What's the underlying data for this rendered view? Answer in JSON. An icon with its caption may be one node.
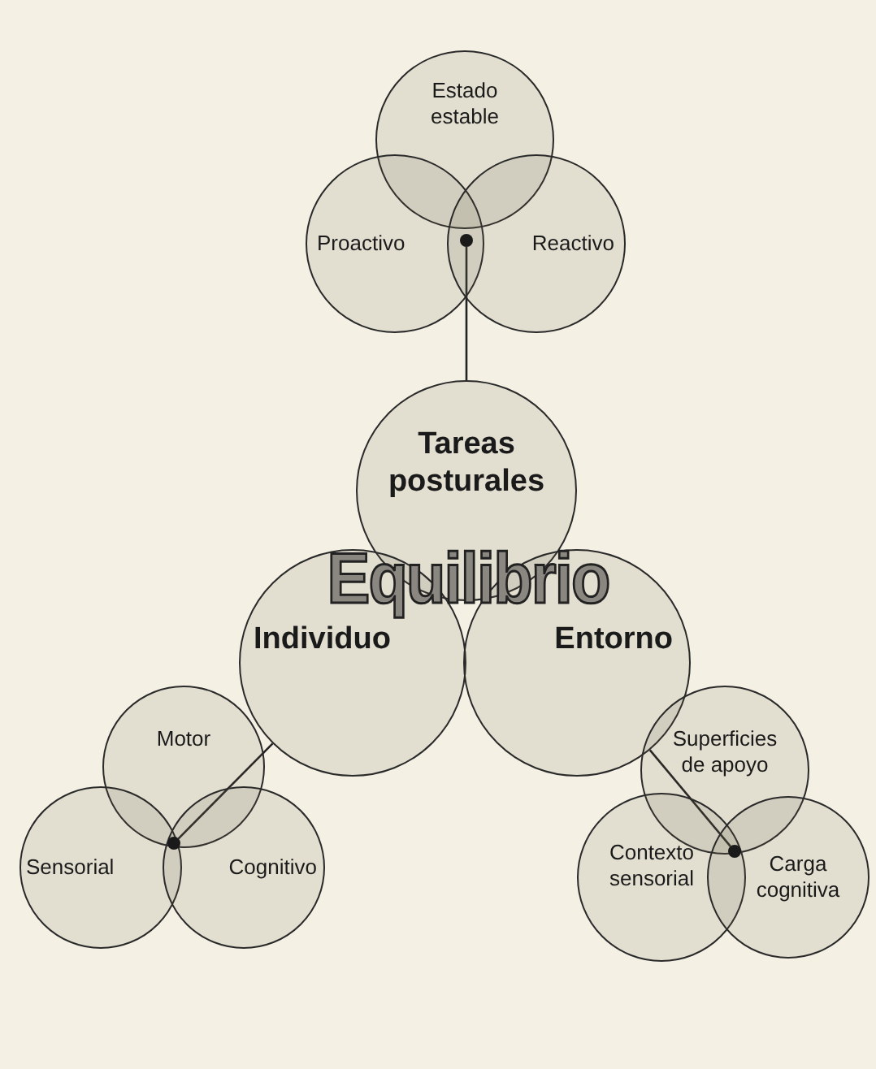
{
  "diagram": {
    "nodes": [
      {
        "text": [
          "Estado estable"
        ]
      },
      {
        "text": [
          "Proactivo"
        ]
      },
      {
        "text": [
          "Reactivo"
        ]
      },
      {
        "text": [],
        "shape": "circle"
      },
      {
        "text": [
          "Tareas posturales"
        ]
      },
      {
        "text": [
          "Individuo"
        ]
      },
      {
        "text": [
          "Entorno"
        ]
      },
      {
        "text": [
          "Motor"
        ]
      },
      {
        "text": [
          "Sensorial"
        ]
      },
      {
        "text": [
          "Cognitivo"
        ]
      },
      {
        "text": [],
        "shape": "circle"
      },
      {
        "text": [
          "Superficies de apoyo"
        ]
      },
      {
        "text": [
          "Contexto sensorial"
        ]
      },
      {
        "text": [
          "Carga cognitiva"
        ]
      },
      {
        "text": [],
        "shape": "circle"
      }
    ],
    "edges": [
      {
        "from": 3,
        "to": 4,
        "arrow": "none"
      },
      {
        "from": 10,
        "to": 5,
        "arrow": "none"
      },
      {
        "from": 14,
        "to": 6,
        "arrow": "none"
      }
    ],
    "labels": [
      "Equilibrio"
    ]
  }
}
